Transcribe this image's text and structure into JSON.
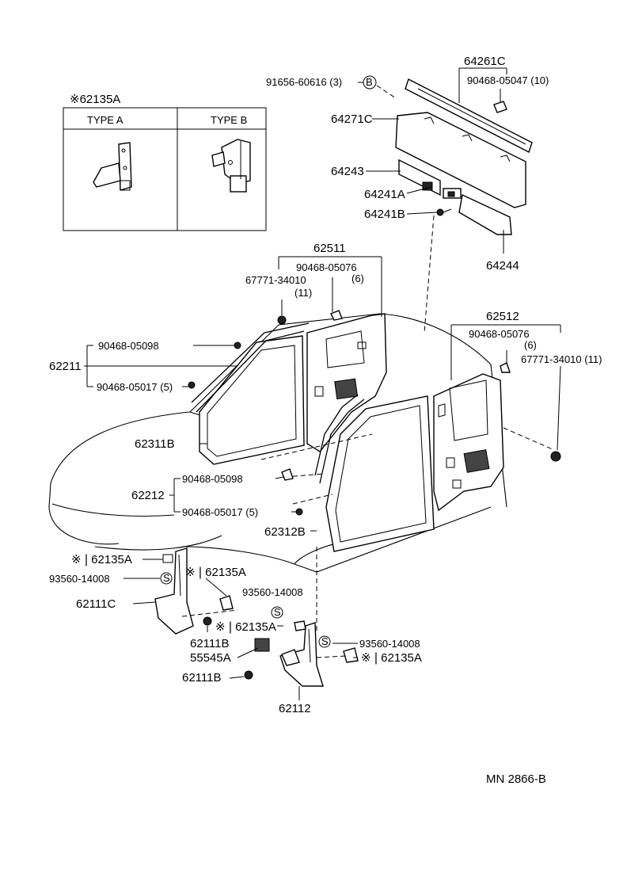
{
  "inset": {
    "title": "※62135A",
    "type_a": "TYPE A",
    "type_b": "TYPE B"
  },
  "labels": {
    "p64261C": "64261C",
    "p91656": "91656-60616 (3)",
    "circle_b": "B",
    "p90468_05047": "90468-05047 (10)",
    "p64271C": "64271C",
    "p64243": "64243",
    "p64241A": "64241A",
    "p64241B": "64241B",
    "p64244": "64244",
    "p62511": "62511",
    "p90468_05076_a": "90468-05076",
    "qty6_a": "(6)",
    "p67771_a": "67771-34010",
    "qty11_a": "(11)",
    "p90468_05098_a": "90468-05098",
    "p62211": "62211",
    "p90468_05017_a": "90468-05017 (5)",
    "p62311B": "62311B",
    "p62512": "62512",
    "p90468_05076_b": "90468-05076",
    "qty6_b": "(6)",
    "p67771_b": "67771-34010 (11)",
    "p90468_05098_b": "90468-05098",
    "p62212": "62212",
    "p90468_05017_b": "90468-05017 (5)",
    "p62312B": "62312B",
    "p62135A_1": "※❘62135A",
    "p93560_1": "93560-14008",
    "p62135A_2": "※❘62135A",
    "p62111C": "62111C",
    "p93560_2": "93560-14008",
    "p62135A_3": "※❘62135A",
    "p62111B_1": "62111B",
    "p55545A": "55545A",
    "p93560_3": "93560-14008",
    "p62135A_4": "※❘62135A",
    "p62111B_2": "62111B",
    "p62112": "62112",
    "circle_s": "S",
    "footer": "MN  2866-B"
  }
}
